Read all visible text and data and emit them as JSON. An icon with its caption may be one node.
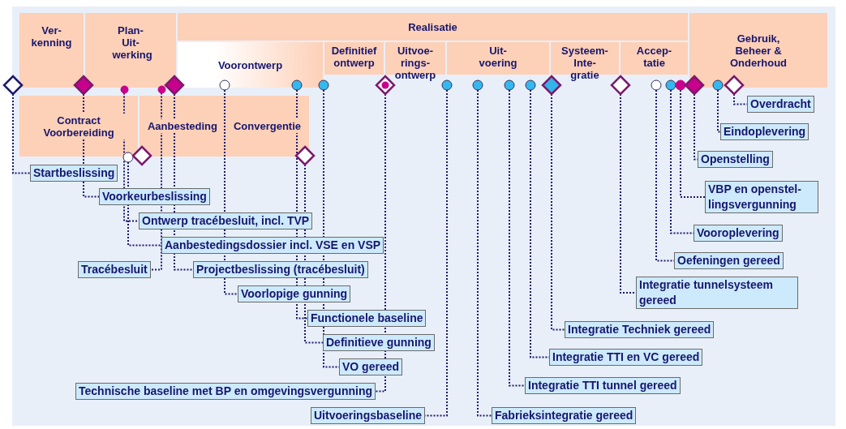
{
  "diagram": {
    "nodes": [
      {
        "text": [
          "Ver- kenning"
        ]
      },
      {
        "text": [
          "Plan- Uit- werking"
        ]
      },
      {
        "text": [
          "Realisatie"
        ]
      },
      {
        "text": [
          "Voorontwerp"
        ]
      },
      {
        "text": [
          "Definitief ontwerp"
        ]
      },
      {
        "text": [
          "Uitvoe- rings- ontwerp"
        ]
      },
      {
        "text": [
          "Uit- voering"
        ]
      },
      {
        "text": [
          "Systeem- Inte- gratie"
        ]
      },
      {
        "text": [
          "Accep- tatie"
        ]
      },
      {
        "text": [
          "Gebruik, Beheer & Onderhoud"
        ]
      },
      {
        "text": [
          "Contract Voorbereiding"
        ]
      },
      {
        "text": [
          "Aanbesteding",
          "Convergentie"
        ]
      },
      {
        "text": [],
        "shape": "diamond"
      },
      {
        "text": [],
        "shape": "diamond"
      },
      {
        "text": [],
        "shape": "circle"
      },
      {
        "text": [],
        "shape": "circle"
      },
      {
        "text": [],
        "shape": "diamond"
      },
      {
        "text": [],
        "shape": "circle"
      },
      {
        "text": [],
        "shape": "diamond"
      },
      {
        "text": [],
        "shape": "circle"
      },
      {
        "text": [],
        "shape": "circle"
      },
      {
        "text": [],
        "shape": "diamond"
      },
      {
        "text": [],
        "shape": "circle"
      },
      {
        "text": [],
        "shape": "diamond"
      },
      {
        "text": [],
        "shape": "circle"
      },
      {
        "text": [],
        "shape": "circle"
      },
      {
        "text": [],
        "shape": "circle"
      },
      {
        "text": [],
        "shape": "circle"
      },
      {
        "text": [],
        "shape": "diamond"
      },
      {
        "text": [],
        "shape": "diamond"
      },
      {
        "text": [],
        "shape": "circle"
      },
      {
        "text": [],
        "shape": "circle"
      },
      {
        "text": [],
        "shape": "circle"
      },
      {
        "text": [],
        "shape": "diamond"
      },
      {
        "text": [],
        "shape": "circle"
      },
      {
        "text": [],
        "shape": "diamond"
      },
      {
        "text": [
          "Startbeslissing"
        ]
      },
      {
        "text": [
          "Voorkeurbeslissing"
        ]
      },
      {
        "text": [
          "Ontwerp tracébesluit, incl. TVP"
        ]
      },
      {
        "text": [
          "Aanbestedingsdossier incl. VSE en VSP"
        ]
      },
      {
        "text": [
          "Tracébesluit"
        ]
      },
      {
        "text": [
          "Projectbeslissing (tracébesluit)"
        ]
      },
      {
        "text": [
          "Voorlopige gunning"
        ]
      },
      {
        "text": [
          "Functionele baseline"
        ]
      },
      {
        "text": [
          "Definitieve gunning"
        ]
      },
      {
        "text": [
          "VO gereed"
        ]
      },
      {
        "text": [
          "Technische baseline met BP en omgevingsvergunning"
        ]
      },
      {
        "text": [
          "Uitvoeringsbaseline"
        ]
      },
      {
        "text": [
          "Fabrieksintegratie gereed"
        ]
      },
      {
        "text": [
          "Integratie TTI tunnel gereed"
        ]
      },
      {
        "text": [
          "Integratie TTI en VC gereed"
        ]
      },
      {
        "text": [
          "Integratie Techniek gereed"
        ]
      },
      {
        "text": [
          "Integratie tunnelsysteem gereed"
        ]
      },
      {
        "text": [
          "Oefeningen gereed"
        ]
      },
      {
        "text": [
          "Vooroplevering"
        ]
      },
      {
        "text": [
          "VBP en openstel- lingsvergunning"
        ]
      },
      {
        "text": [
          "Openstelling"
        ]
      },
      {
        "text": [
          "Eindoplevering"
        ]
      },
      {
        "text": [
          "Overdracht"
        ]
      }
    ],
    "edges": [
      {
        "from": 12,
        "to": 36,
        "arrow": "none"
      },
      {
        "from": 13,
        "to": 37,
        "arrow": "none"
      },
      {
        "from": 14,
        "to": 38,
        "arrow": "none"
      },
      {
        "from": 15,
        "to": 39,
        "arrow": "none"
      },
      {
        "from": 17,
        "to": 40,
        "arrow": "none"
      },
      {
        "from": 18,
        "to": 41,
        "arrow": "none"
      },
      {
        "from": 19,
        "to": 42,
        "arrow": "none"
      },
      {
        "from": 20,
        "to": 43,
        "arrow": "none"
      },
      {
        "from": 21,
        "to": 44,
        "arrow": "none"
      },
      {
        "from": 22,
        "to": 45,
        "arrow": "none"
      },
      {
        "from": 23,
        "to": 46,
        "arrow": "none"
      },
      {
        "from": 24,
        "to": 47,
        "arrow": "none"
      },
      {
        "from": 25,
        "to": 48,
        "arrow": "none"
      },
      {
        "from": 26,
        "to": 49,
        "arrow": "none"
      },
      {
        "from": 27,
        "to": 50,
        "arrow": "none"
      },
      {
        "from": 28,
        "to": 51,
        "arrow": "none"
      },
      {
        "from": 29,
        "to": 52,
        "arrow": "none"
      },
      {
        "from": 30,
        "to": 53,
        "arrow": "none"
      },
      {
        "from": 31,
        "to": 54,
        "arrow": "none"
      },
      {
        "from": 32,
        "to": 55,
        "arrow": "none"
      },
      {
        "from": 33,
        "to": 56,
        "arrow": "none"
      },
      {
        "from": 34,
        "to": 57,
        "arrow": "none"
      },
      {
        "from": 35,
        "to": 58,
        "arrow": "none"
      }
    ]
  }
}
